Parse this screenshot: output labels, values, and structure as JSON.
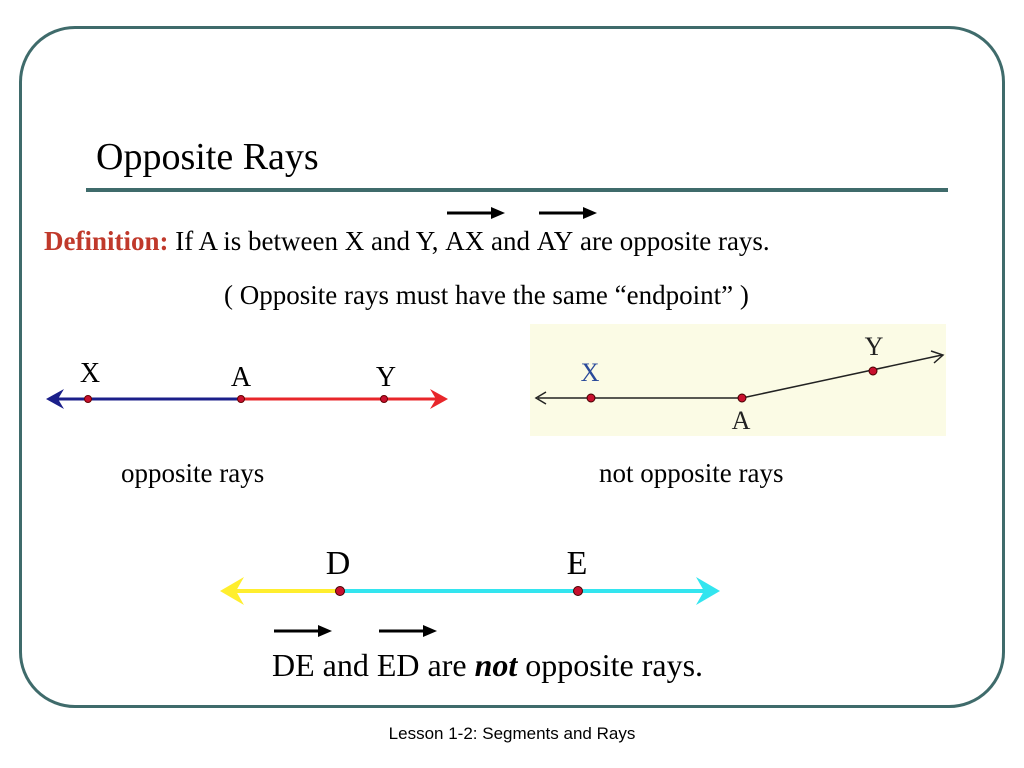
{
  "title": "Opposite Rays",
  "definition": {
    "term": "Definition",
    "colon": ":",
    "text_before": " If A is between X and Y, ",
    "ray1": "AX",
    "and": " and ",
    "ray2": "AY",
    "text_after": " are opposite rays."
  },
  "note": "( Opposite rays must have the same “endpoint” )",
  "left_diagram": {
    "points": [
      "X",
      "A",
      "Y"
    ],
    "caption": "opposite rays"
  },
  "right_diagram": {
    "points": [
      "X",
      "A",
      "Y"
    ],
    "caption": "not opposite rays"
  },
  "bottom_diagram": {
    "points": [
      "D",
      "E"
    ]
  },
  "statement": {
    "ray1": "DE",
    "and": " and ",
    "ray2": "ED",
    "are": " are ",
    "not": "not",
    "rest": " opposite rays."
  },
  "footer": "Lesson 1-2: Segments and Rays",
  "colors": {
    "frame": "#3f6b6b",
    "definition_term": "#c0392b",
    "ray_navy": "#1b1f8a",
    "ray_red": "#e8262a",
    "ray_yellow": "#ffee2e",
    "ray_cyan": "#33e5ef",
    "point_fill": "#c8102e",
    "panel_bg": "#fbfbe5"
  }
}
